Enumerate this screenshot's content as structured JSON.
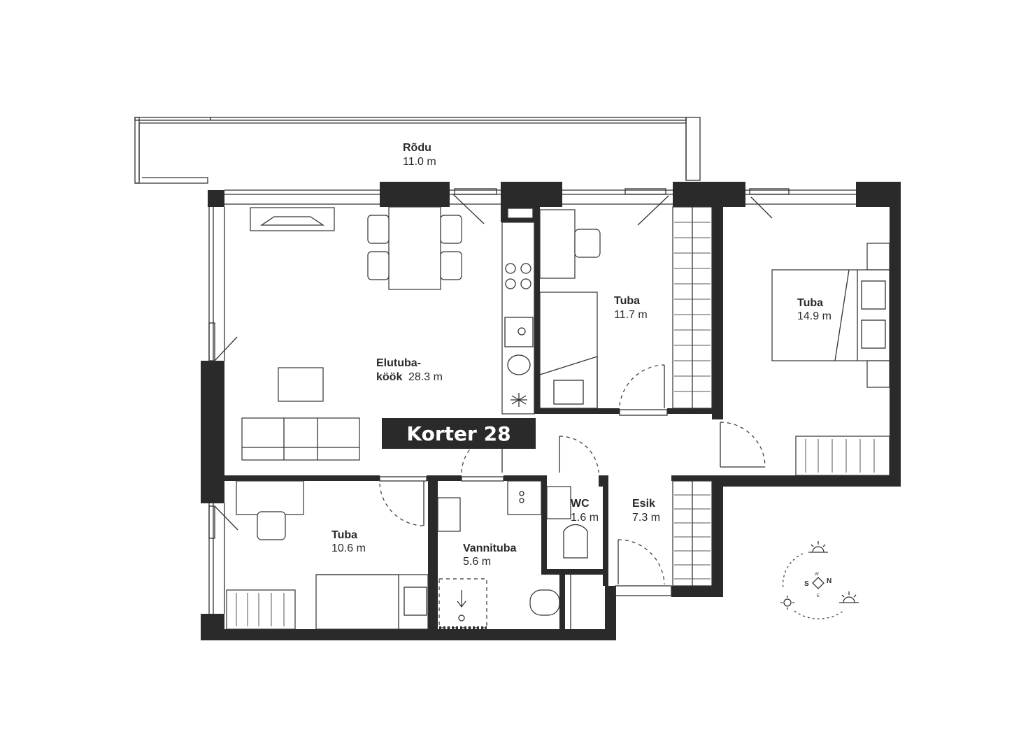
{
  "apartment": {
    "label": "Korter 28"
  },
  "rooms": {
    "balcony": {
      "name": "Rõdu",
      "area": "11.0 m"
    },
    "living": {
      "name_line1": "Elutuba-",
      "name_line2": "köök",
      "area": "28.3 m"
    },
    "bedroom1": {
      "name": "Tuba",
      "area": "11.7 m"
    },
    "bedroom2": {
      "name": "Tuba",
      "area": "14.9 m"
    },
    "bedroom3": {
      "name": "Tuba",
      "area": "10.6 m"
    },
    "bathroom": {
      "name": "Vannituba",
      "area": "5.6 m"
    },
    "wc": {
      "name": "WC",
      "area": "1.6 m"
    },
    "hall": {
      "name": "Esik",
      "area": "7.3 m"
    }
  },
  "compass": {
    "north": "N",
    "south": "S",
    "west": "W",
    "east": "E"
  },
  "colors": {
    "wall": "#2a2a2a",
    "badge": "#2a2a2a",
    "background": "#ffffff"
  }
}
